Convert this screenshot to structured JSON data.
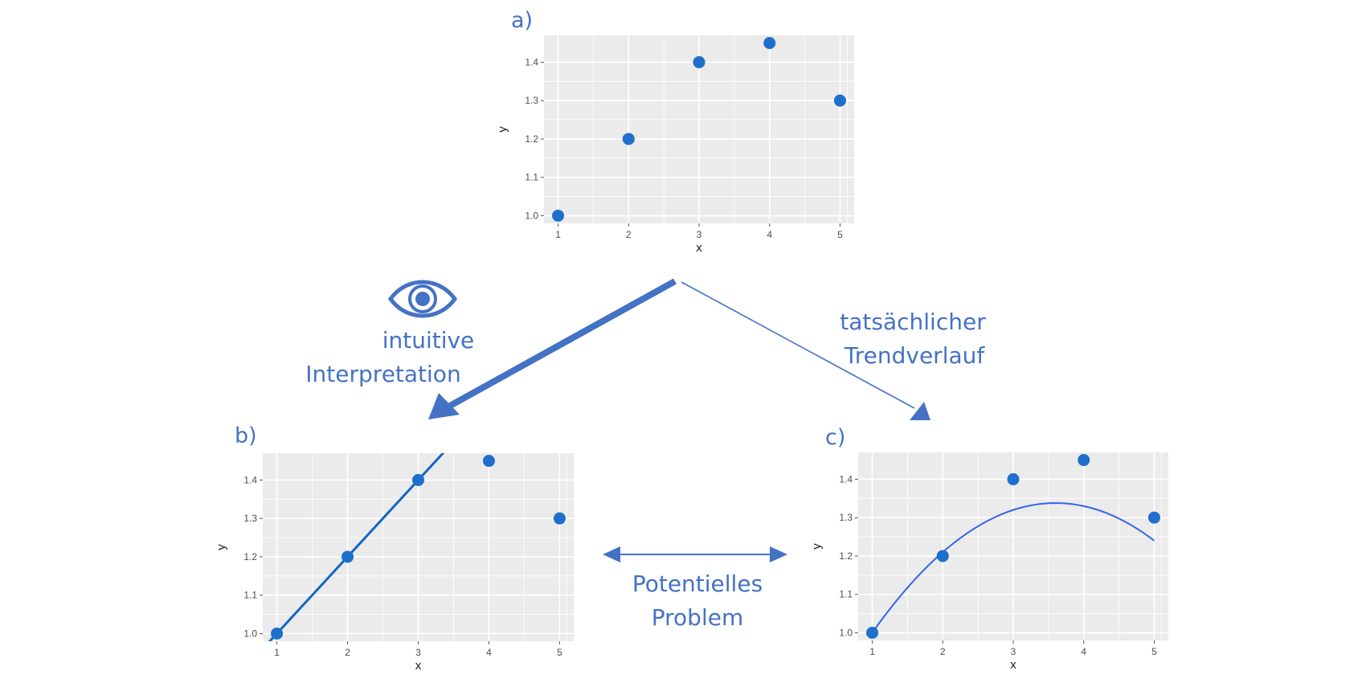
{
  "diagram": {
    "accent_color": "#4472c4",
    "point_color": "#1f6fcc",
    "panel_bg": "#ebebeb",
    "gridline_color": "#ffffff",
    "eye_icon": "eye-icon",
    "labels": {
      "intuitive_line1": "intuitive",
      "intuitive_line2": "Interpretation",
      "actual_line1": "tatsächlicher",
      "actual_line2": "Trendverlauf",
      "problem_line1": "Potentielles",
      "problem_line2": "Problem"
    }
  },
  "chart_data": [
    {
      "id": "a",
      "panel_label": "a)",
      "type": "scatter",
      "x": [
        1,
        2,
        3,
        4,
        5
      ],
      "y": [
        1.0,
        1.2,
        1.4,
        1.45,
        1.3
      ],
      "xlabel": "x",
      "ylabel": "y",
      "xticks": [
        "1",
        "2",
        "3",
        "4",
        "5"
      ],
      "yticks": [
        "1.0",
        "1.1",
        "1.2",
        "1.3",
        "1.4"
      ],
      "xlim": [
        0.8,
        5.2
      ],
      "ylim": [
        0.98,
        1.47
      ],
      "grid": true,
      "fit": null
    },
    {
      "id": "b",
      "panel_label": "b)",
      "type": "scatter",
      "x": [
        1,
        2,
        3,
        4,
        5
      ],
      "y": [
        1.0,
        1.2,
        1.4,
        1.45,
        1.3
      ],
      "xlabel": "x",
      "ylabel": "y",
      "xticks": [
        "1",
        "2",
        "3",
        "4",
        "5"
      ],
      "yticks": [
        "1.0",
        "1.1",
        "1.2",
        "1.3",
        "1.4"
      ],
      "xlim": [
        0.8,
        5.2
      ],
      "ylim": [
        0.98,
        1.47
      ],
      "grid": true,
      "fit": {
        "kind": "linear",
        "intercept": 0.8,
        "slope": 0.2
      }
    },
    {
      "id": "c",
      "panel_label": "c)",
      "type": "scatter",
      "x": [
        1,
        2,
        3,
        4,
        5
      ],
      "y": [
        1.0,
        1.2,
        1.4,
        1.45,
        1.3
      ],
      "xlabel": "x",
      "ylabel": "y",
      "xticks": [
        "1",
        "2",
        "3",
        "4",
        "5"
      ],
      "yticks": [
        "1.0",
        "1.1",
        "1.2",
        "1.3",
        "1.4"
      ],
      "xlim": [
        0.8,
        5.2
      ],
      "ylim": [
        0.98,
        1.47
      ],
      "grid": true,
      "fit": {
        "kind": "quadratic",
        "a": -0.05,
        "b": 0.36,
        "c": 0.69
      }
    }
  ]
}
